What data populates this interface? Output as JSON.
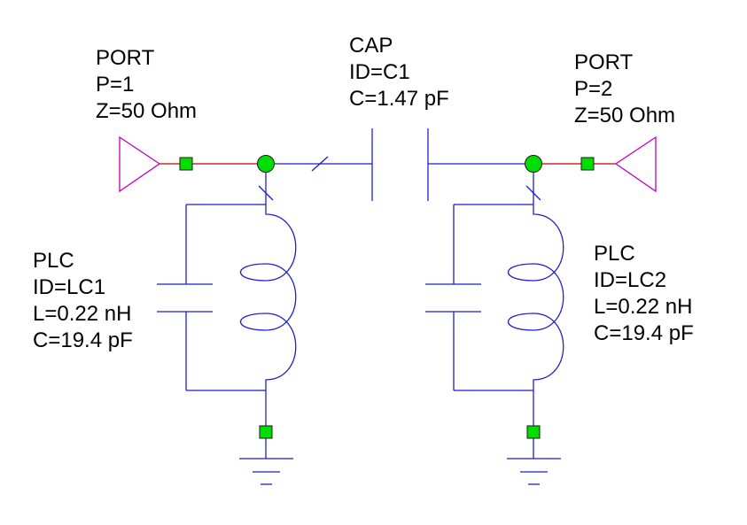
{
  "colors": {
    "wire": "#1f1fc8",
    "port": "#c000c0",
    "port_wire": "#c00000",
    "node": "#00dd00",
    "node_stroke": "#1a1a1a"
  },
  "port1": {
    "type": "PORT",
    "p": "P=1",
    "z": "Z=50 Ohm"
  },
  "port2": {
    "type": "PORT",
    "p": "P=2",
    "z": "Z=50 Ohm"
  },
  "cap1": {
    "type": "CAP",
    "id": "ID=C1",
    "c": "C=1.47 pF"
  },
  "plc1": {
    "type": "PLC",
    "id": "ID=LC1",
    "l": "L=0.22 nH",
    "c": "C=19.4 pF"
  },
  "plc2": {
    "type": "PLC",
    "id": "ID=LC2",
    "l": "L=0.22 nH",
    "c": "C=19.4 pF"
  }
}
